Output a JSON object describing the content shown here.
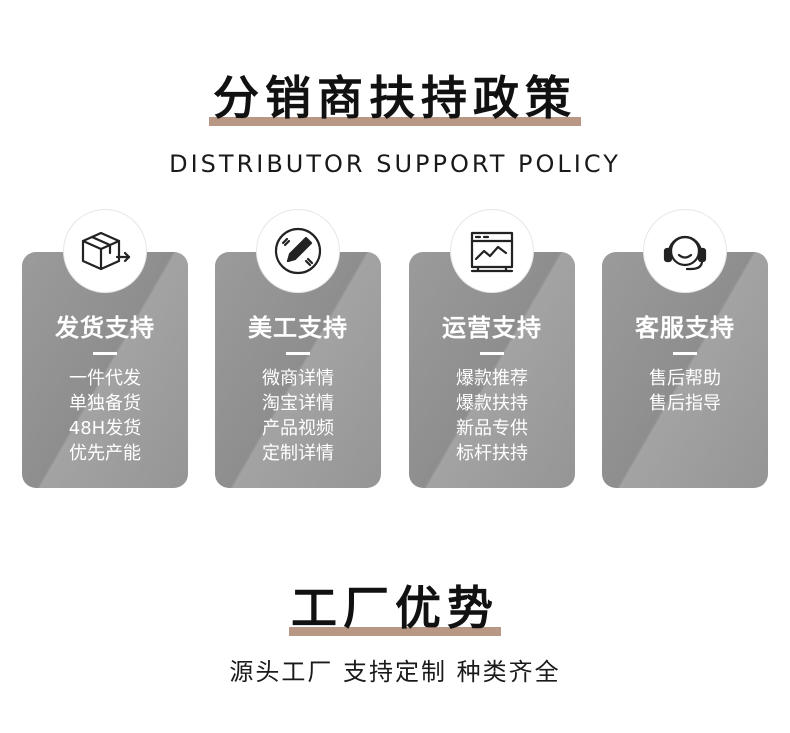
{
  "policy": {
    "title": "分销商扶持政策",
    "subtitle": "DISTRIBUTOR SUPPORT POLICY",
    "cards": [
      {
        "icon": "box-shipping-icon",
        "title": "发货支持",
        "items": [
          "一件代发",
          "单独备货",
          "48H发货",
          "优先产能"
        ]
      },
      {
        "icon": "pencil-design-icon",
        "title": "美工支持",
        "items": [
          "微商详情",
          "淘宝详情",
          "产品视频",
          "定制详情"
        ]
      },
      {
        "icon": "chart-board-icon",
        "title": "运营支持",
        "items": [
          "爆款推荐",
          "爆款扶持",
          "新品专供",
          "标杆扶持"
        ]
      },
      {
        "icon": "headset-icon",
        "title": "客服支持",
        "items": [
          "售后帮助",
          "售后指导"
        ]
      }
    ]
  },
  "factory": {
    "title": "工厂优势",
    "subtitle": "源头工厂 支持定制 种类齐全"
  },
  "colors": {
    "accent_underline": "#b89785",
    "card_gray": "#959595"
  }
}
